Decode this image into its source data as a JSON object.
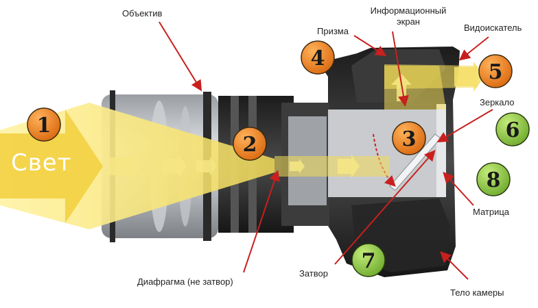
{
  "light_word": "Свет",
  "labels": {
    "objective": "Объектив",
    "info_screen_line1": "Информационный",
    "info_screen_line2": "экран",
    "prism": "Призма",
    "viewfinder": "Видоискатель",
    "mirror": "Зеркало",
    "sensor": "Матрица",
    "shutter": "Затвор",
    "aperture": "Диафрагма (не затвор)",
    "body": "Тело камеры"
  },
  "numbers": [
    "1",
    "2",
    "3",
    "4",
    "5",
    "6",
    "7",
    "8"
  ],
  "colors": {
    "orange_badge": "#ef7d1a",
    "green_badge": "#8ec63f",
    "light_beam": "#f6e37a",
    "arrow_red": "#c8201e",
    "camera_body": "#2b2b2b",
    "lens_gray": "#b9bcc0"
  }
}
